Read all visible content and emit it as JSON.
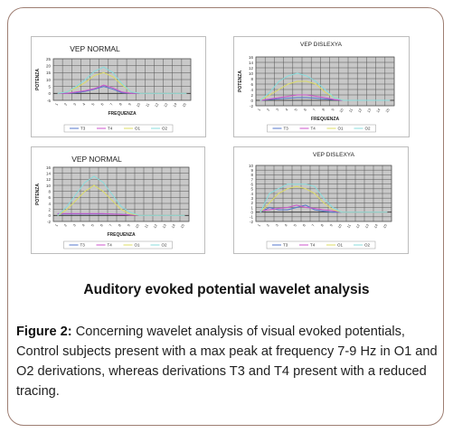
{
  "heading": "Auditory evoked potential wavelet analysis",
  "caption": {
    "label": "Figure 2:",
    "text": "Concerning wavelet analysis of visual evoked potentials, Control subjects present with a max peak at frequency 7-9 Hz in O1 and O2 derivations, whereas derivations T3 and T4 present with a reduced tracing."
  },
  "colors": {
    "T3": "#5577cc",
    "T4": "#cc55cc",
    "O1": "#dddd66",
    "O2": "#88dddd",
    "plot_bg": "#c8c8c8",
    "grid": "#555555"
  },
  "chart_data": [
    {
      "type": "line",
      "title": "VEP NORMAL",
      "xlabel": "FREQUENZA",
      "ylabel": "POTENZA",
      "ylim": [
        -5,
        25
      ],
      "y_ticks": [
        "25",
        "20",
        "15",
        "10",
        "5",
        "0",
        "-5"
      ],
      "x": [
        1,
        2,
        3,
        4,
        5,
        6,
        7,
        8,
        9,
        10,
        11,
        12,
        13,
        14,
        15
      ],
      "x_ticks": [
        "1",
        "2",
        "3",
        "4",
        "5",
        "6",
        "7",
        "8",
        "9",
        "10",
        "11",
        "12",
        "13",
        "14",
        "15"
      ],
      "grid": true,
      "legend": "bottom",
      "series": [
        {
          "name": "T3",
          "values": [
            0,
            0,
            0.5,
            1.5,
            3,
            5,
            3,
            0.5,
            0,
            0,
            0,
            0,
            0,
            0,
            0
          ]
        },
        {
          "name": "T4",
          "values": [
            0,
            0,
            1,
            2,
            3.5,
            6,
            4,
            1,
            0,
            0,
            0,
            0,
            0,
            0,
            0
          ]
        },
        {
          "name": "O1",
          "values": [
            0,
            1,
            4,
            8,
            13,
            15,
            12,
            6,
            1,
            0,
            0,
            0,
            0,
            0,
            0
          ]
        },
        {
          "name": "O2",
          "values": [
            0,
            1,
            5,
            10,
            16,
            19,
            15,
            7,
            1,
            0,
            0,
            0,
            0,
            0,
            0
          ]
        }
      ]
    },
    {
      "type": "line",
      "title": "VEP DISLEXYA",
      "xlabel": "FREQUENZA",
      "ylabel": "POTENZA",
      "ylim": [
        -2,
        16
      ],
      "y_ticks": [
        "16",
        "14",
        "12",
        "10",
        "8",
        "6",
        "4",
        "2",
        "0",
        "-2"
      ],
      "x": [
        1,
        2,
        3,
        4,
        5,
        6,
        7,
        8,
        9,
        10,
        11,
        12,
        13,
        14,
        15
      ],
      "x_ticks": [
        "1",
        "2",
        "3",
        "4",
        "5",
        "6",
        "7",
        "8",
        "9",
        "10",
        "11",
        "12",
        "13",
        "14",
        "15"
      ],
      "grid": true,
      "legend": "bottom",
      "series": [
        {
          "name": "T3",
          "values": [
            0,
            0.3,
            0.6,
            0.8,
            1,
            1,
            0.8,
            0.5,
            0.2,
            0,
            0,
            0,
            0,
            0,
            0
          ]
        },
        {
          "name": "T4",
          "values": [
            0,
            0.5,
            1,
            1.5,
            2,
            2,
            1.5,
            1,
            0.3,
            0,
            0,
            0,
            0,
            0,
            0
          ]
        },
        {
          "name": "O1",
          "values": [
            0,
            2,
            4,
            6,
            7,
            7,
            6,
            3,
            1,
            0,
            0,
            0,
            0,
            0,
            0
          ]
        },
        {
          "name": "O2",
          "values": [
            0,
            3,
            7,
            9,
            10,
            9,
            7,
            4,
            1,
            0,
            0,
            0,
            0,
            0,
            0
          ]
        }
      ]
    },
    {
      "type": "line",
      "title": "VEP NORMAL",
      "xlabel": "FREQUENZA",
      "ylabel": "POTENZA",
      "ylim": [
        -2,
        16
      ],
      "y_ticks": [
        "16",
        "14",
        "12",
        "10",
        "8",
        "6",
        "4",
        "2",
        "0",
        "-2"
      ],
      "x": [
        1,
        2,
        3,
        4,
        5,
        6,
        7,
        8,
        9,
        10,
        11,
        12,
        13,
        14,
        15
      ],
      "x_ticks": [
        "1",
        "2",
        "3",
        "4",
        "5",
        "6",
        "7",
        "8",
        "9",
        "10",
        "11",
        "12",
        "13",
        "14",
        "15"
      ],
      "grid": true,
      "legend": "bottom",
      "series": [
        {
          "name": "T3",
          "values": [
            0.5,
            0.5,
            0.5,
            0.5,
            0.5,
            0.5,
            0.5,
            0.4,
            0.2,
            0,
            0,
            0,
            0,
            0,
            0
          ]
        },
        {
          "name": "T4",
          "values": [
            0.6,
            0.6,
            0.6,
            0.6,
            0.6,
            0.6,
            0.5,
            0.3,
            0.1,
            0,
            0,
            0,
            0,
            0,
            0
          ]
        },
        {
          "name": "O1",
          "values": [
            0,
            2,
            5,
            8,
            10,
            8,
            5,
            2,
            0.5,
            0,
            0,
            0,
            0,
            0,
            0
          ]
        },
        {
          "name": "O2",
          "values": [
            0,
            3,
            7,
            11,
            13,
            11,
            7,
            3,
            1,
            0,
            0,
            0,
            0,
            0,
            0
          ]
        }
      ]
    },
    {
      "type": "line",
      "title": "VEP DISLEXYA",
      "xlabel": "",
      "ylabel": "",
      "ylim": [
        -2,
        10
      ],
      "y_ticks": [
        "10",
        "9",
        "8",
        "7",
        "6",
        "5",
        "4",
        "3",
        "2",
        "1",
        "0",
        "-1",
        "-2"
      ],
      "x": [
        1,
        2,
        3,
        4,
        5,
        6,
        7,
        8,
        9,
        10,
        11,
        12,
        13,
        14,
        15
      ],
      "x_ticks": [
        "1",
        "2",
        "3",
        "4",
        "5",
        "6",
        "7",
        "8",
        "9",
        "10",
        "11",
        "12",
        "13",
        "14",
        "15"
      ],
      "grid": true,
      "legend": "bottom",
      "series": [
        {
          "name": "T3",
          "values": [
            0,
            1,
            0.5,
            0.5,
            1,
            1.5,
            0.5,
            0.2,
            0,
            0,
            0,
            0,
            0,
            0,
            0
          ]
        },
        {
          "name": "T4",
          "values": [
            0.3,
            0.5,
            0.8,
            1,
            1.5,
            1,
            0.8,
            0.5,
            0.3,
            0,
            0,
            0,
            0,
            0,
            0
          ]
        },
        {
          "name": "O1",
          "values": [
            0,
            2,
            4,
            5,
            5.5,
            5,
            4,
            2,
            0.5,
            0,
            0,
            0,
            0,
            0,
            0
          ]
        },
        {
          "name": "O2",
          "values": [
            0,
            4,
            5,
            6,
            6,
            6,
            5.5,
            3,
            1,
            0,
            0,
            0,
            0,
            0,
            0
          ]
        }
      ]
    }
  ]
}
